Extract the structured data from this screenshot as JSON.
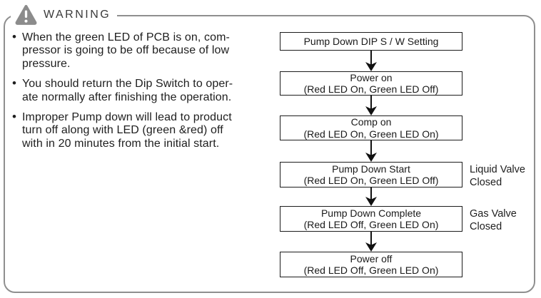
{
  "header": {
    "title": "WARNING"
  },
  "notes": {
    "bullets": [
      "When the green LED of PCB is on, com-\npressor is going to be off because of low\npressure.",
      "You should return the Dip Switch to oper-\nate normally after finishing the operation.",
      "Improper Pump down will lead to product\nturn off along with LED (green &red) off\nwith in 20 minutes from the initial start."
    ]
  },
  "flowchart": {
    "steps": [
      {
        "line1": "Pump Down DIP S / W Setting",
        "line2": "",
        "side_label": ""
      },
      {
        "line1": "Power on",
        "line2": "(Red LED On, Green LED Off)",
        "side_label": ""
      },
      {
        "line1": "Comp on",
        "line2": "(Red LED On, Green LED On)",
        "side_label": ""
      },
      {
        "line1": "Pump Down Start",
        "line2": "(Red LED On, Green LED Off)",
        "side_label": "Liquid Valve\nClosed"
      },
      {
        "line1": "Pump Down Complete",
        "line2": "(Red LED Off, Green LED On)",
        "side_label": "Gas Valve\nClosed"
      },
      {
        "line1": "Power off",
        "line2": "(Red LED Off, Green LED On)",
        "side_label": ""
      }
    ]
  },
  "colors": {
    "panel_border": "#8f8f8f",
    "warning_icon": "#8c8c8c",
    "box_border": "#1c1c1c",
    "text": "#1e1e1e"
  }
}
